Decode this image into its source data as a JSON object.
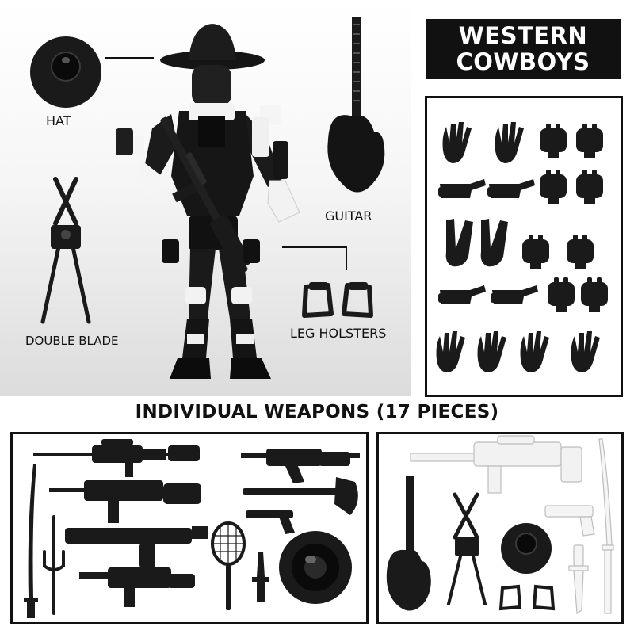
{
  "title": {
    "line1": "WESTERN",
    "line2": "COWBOYS"
  },
  "callouts": {
    "hat": "HAT",
    "guitar": "GUITAR",
    "double_blade": "DOUBLE BLADE",
    "leg_holsters": "LEG HOLSTERS"
  },
  "weapons_heading": "INDIVIDUAL WEAPONS (17 PIECES)",
  "colors": {
    "badge_bg": "#111111",
    "badge_text": "#ffffff",
    "parts": "#1a1a1a",
    "accent_white": "#f2f2f2"
  },
  "icons": [
    "hat-icon",
    "guitar-icon",
    "double-blade-icon",
    "leg-holster-icon",
    "hand-icon",
    "rifle-icon",
    "axe-icon",
    "tennis-racket-icon",
    "shield-icon",
    "katana-icon",
    "sai-icon",
    "knife-icon",
    "pistol-icon"
  ]
}
